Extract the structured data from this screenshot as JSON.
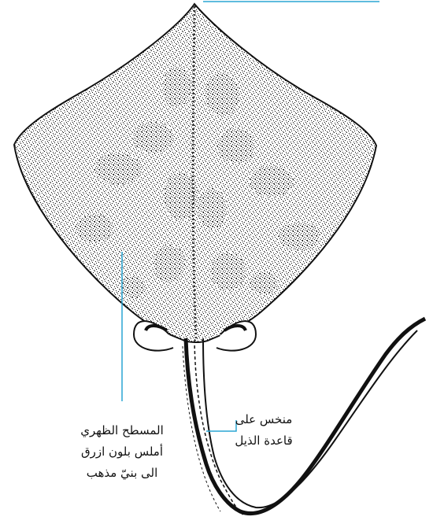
{
  "labels": {
    "dorsal_surface": {
      "line1": "المسطح الظهري",
      "line2": "أملس بلون ازرق",
      "line3": "الى بنيّ مذهب"
    },
    "tail_base": {
      "line1": "منخس على",
      "line2": "قاعدة الذيل"
    }
  },
  "colors": {
    "leader_line": "#2aa6d4",
    "ink": "#111111",
    "background": "#ffffff"
  }
}
